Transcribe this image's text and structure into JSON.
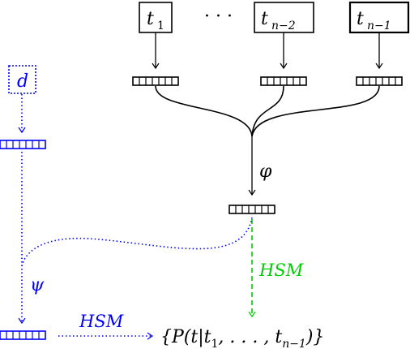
{
  "colors": {
    "black": "#000000",
    "blue": "#0000ff",
    "green": "#00cc00",
    "white": "#ffffff"
  },
  "inputs": [
    {
      "base": "t",
      "sub": "1"
    },
    {
      "base": "t",
      "sub": "n−2"
    },
    {
      "base": "t",
      "sub": "n−1"
    }
  ],
  "ellipsis": "· · ·",
  "doc_label": "d",
  "phi_label": "φ",
  "psi_label": "ψ",
  "hsm_green_label": "HSM",
  "hsm_blue_label": "HSM",
  "output": {
    "open": "{P(t|t",
    "sub1": "1",
    "middle": ", . . . , t",
    "subn": "n−1",
    "close": ")}"
  }
}
